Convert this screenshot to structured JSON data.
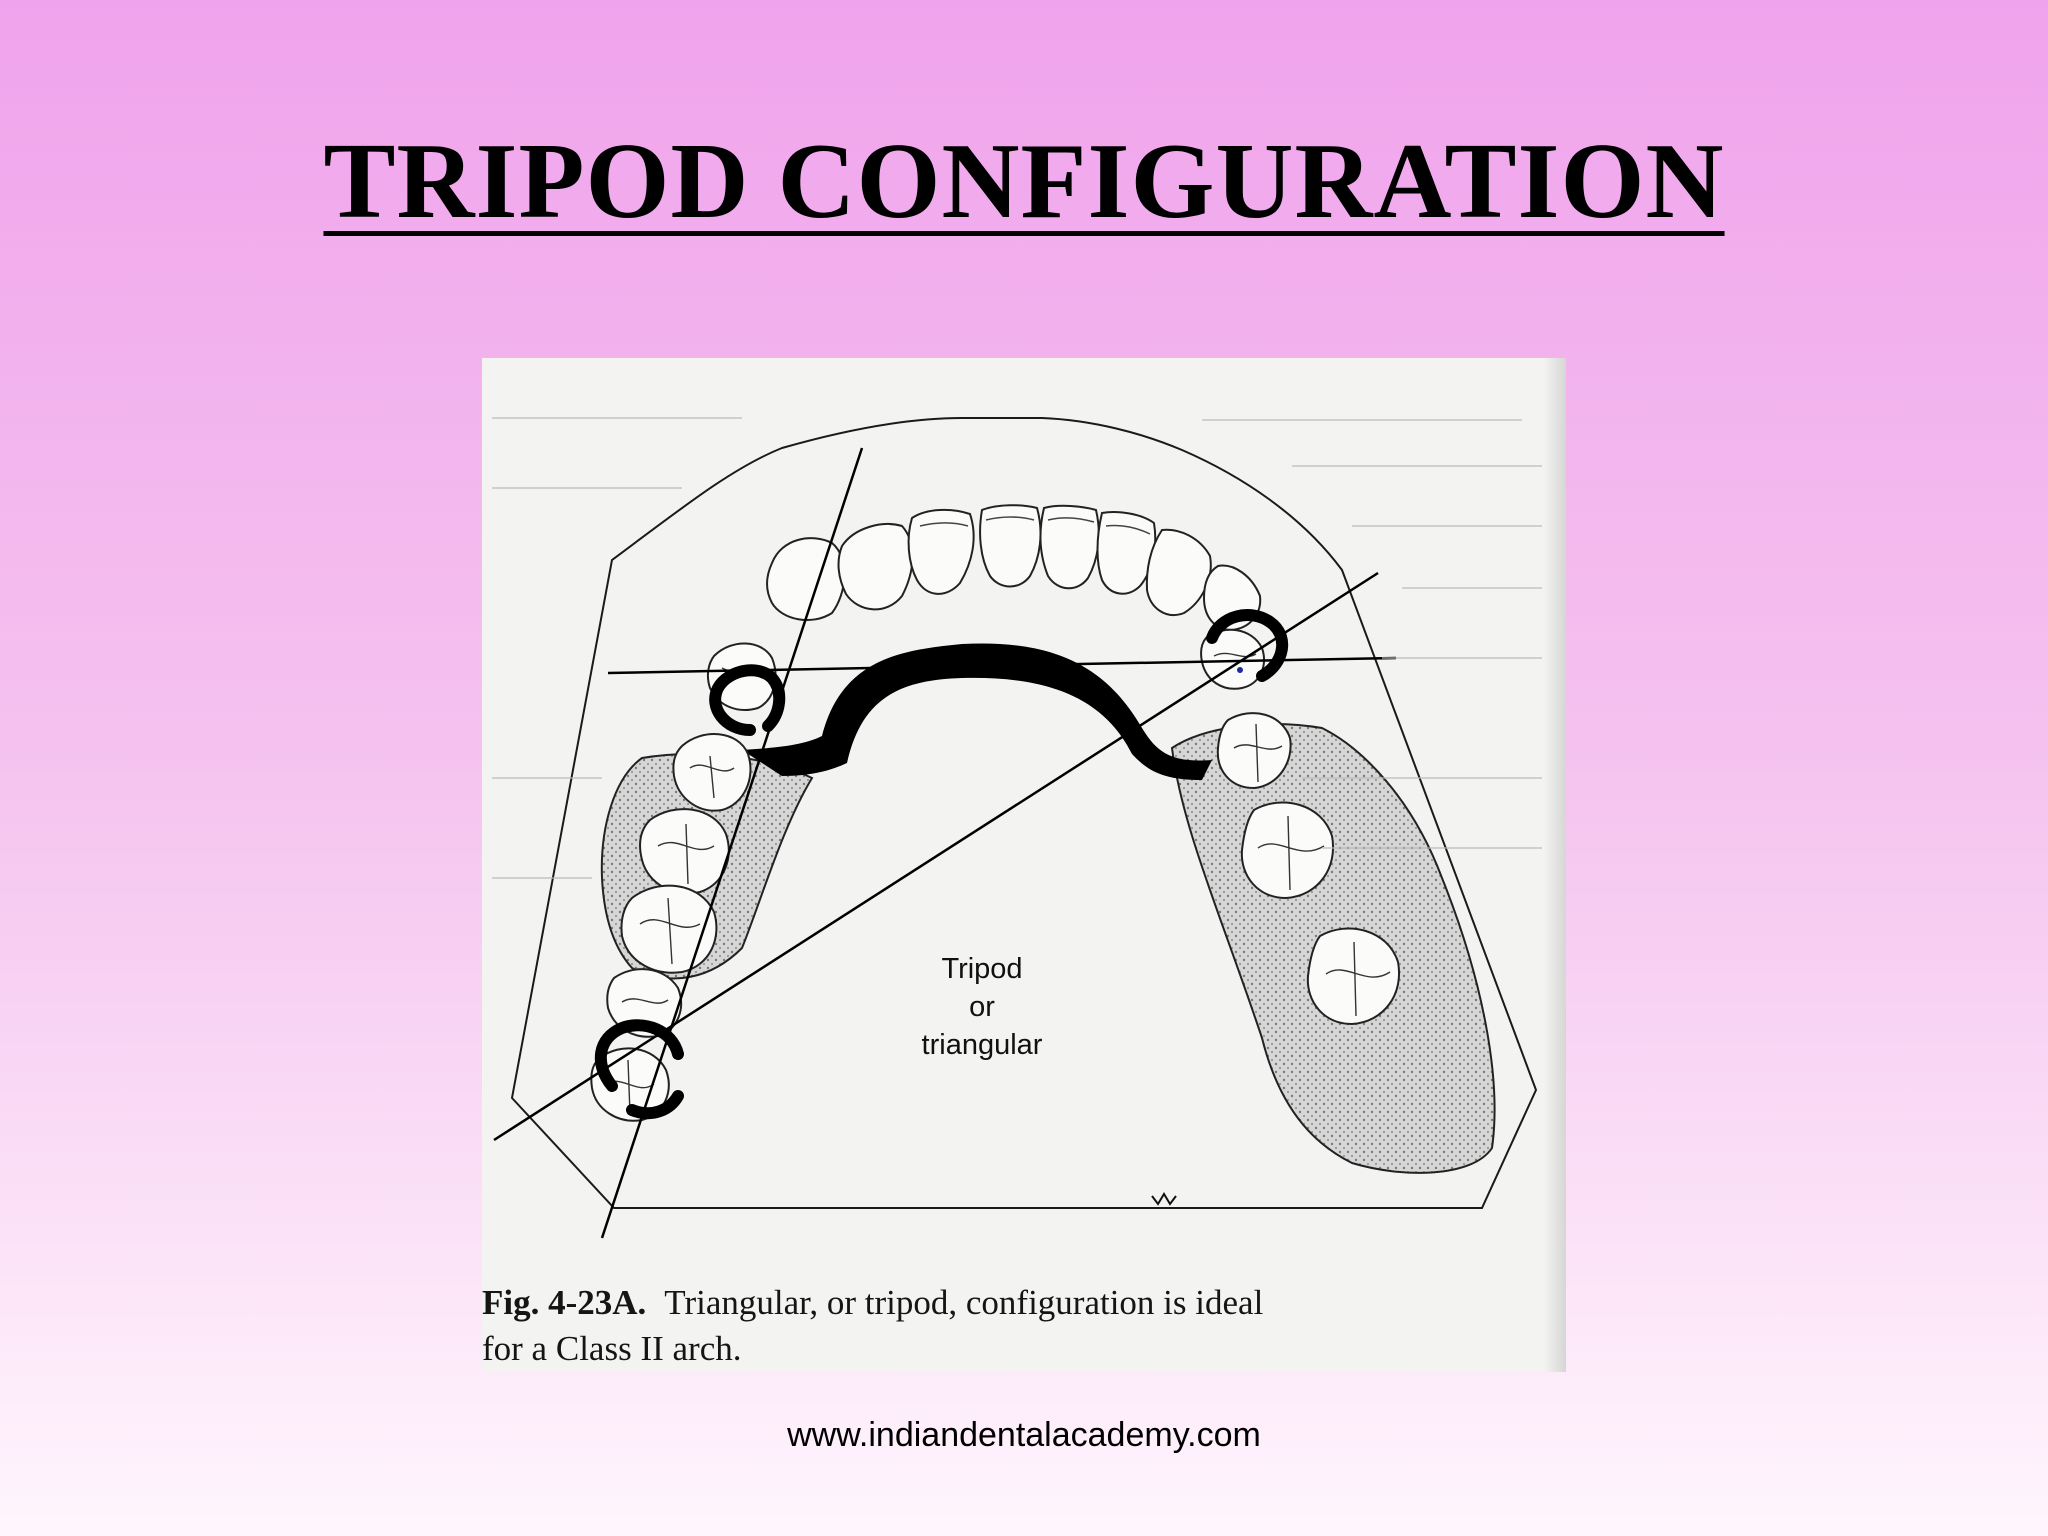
{
  "slide": {
    "title": "TRIPOD CONFIGURATION",
    "footer": "www.indiandentalacademy.com"
  },
  "figure": {
    "center_label": {
      "line1": "Tripod",
      "line2": "or",
      "line3": "triangular"
    },
    "caption": {
      "number": "Fig. 4-23A.",
      "text_line1": "Triangular, or tripod, configuration is ideal",
      "text_line2": "for a Class II arch."
    }
  }
}
